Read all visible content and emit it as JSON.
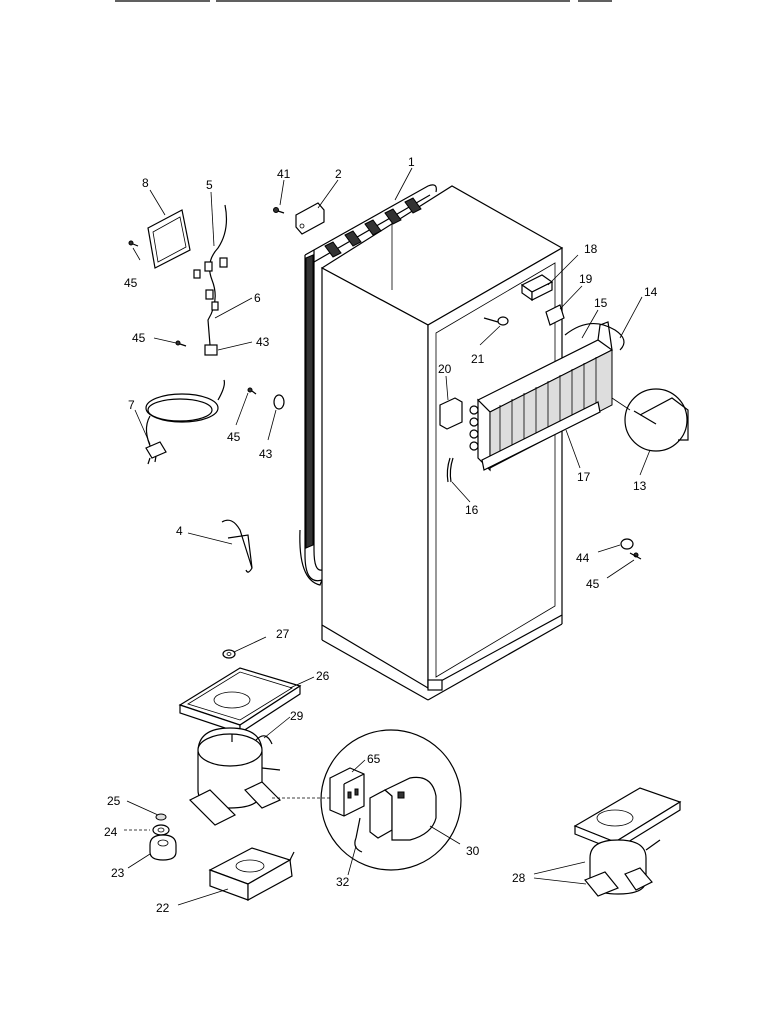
{
  "labels": {
    "p1": "1",
    "p2": "2",
    "p4": "4",
    "p5": "5",
    "p6": "6",
    "p7": "7",
    "p8": "8",
    "p13": "13",
    "p14": "14",
    "p15": "15",
    "p16": "16",
    "p17": "17",
    "p18": "18",
    "p19": "19",
    "p20": "20",
    "p21": "21",
    "p22": "22",
    "p23": "23",
    "p24": "24",
    "p25": "25",
    "p26": "26",
    "p27": "27",
    "p28": "28",
    "p29": "29",
    "p30": "30",
    "p32": "32",
    "p41": "41",
    "p43a": "43",
    "p43b": "43",
    "p44": "44",
    "p45a": "45",
    "p45b": "45",
    "p45c": "45",
    "p45d": "45",
    "p65": "65"
  }
}
